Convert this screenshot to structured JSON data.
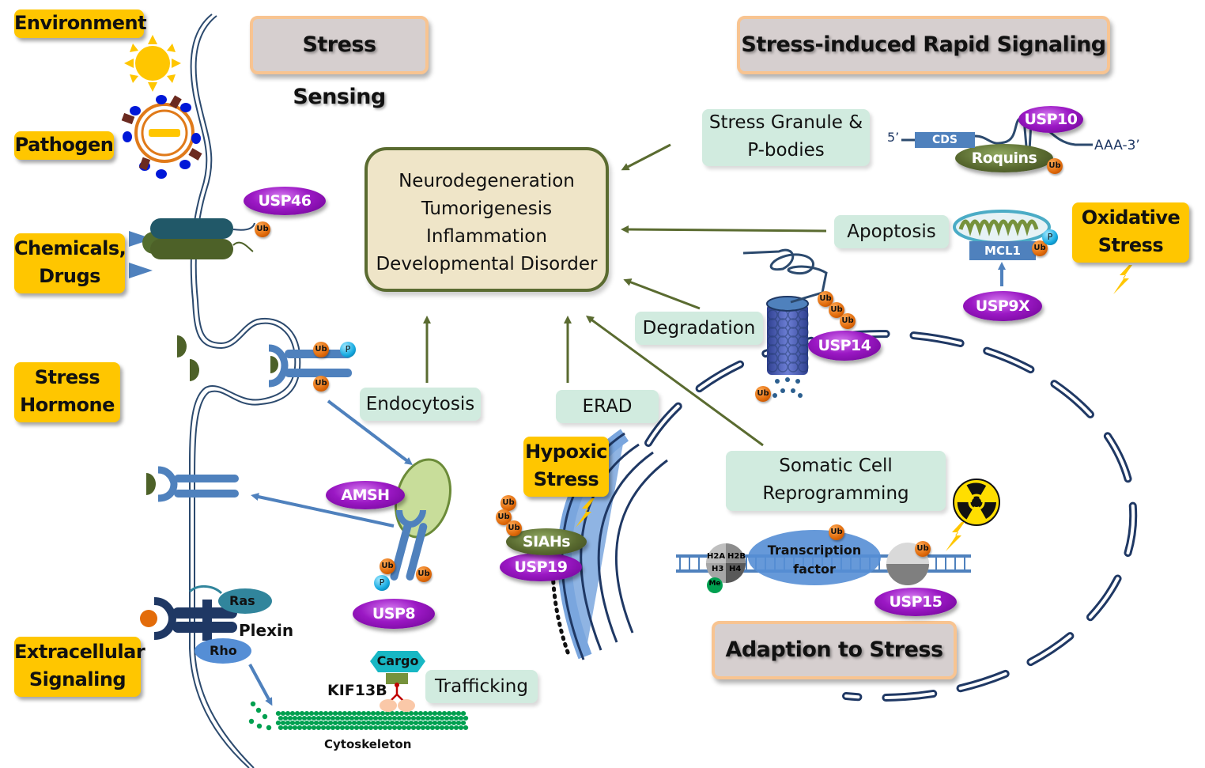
{
  "stimuli": {
    "environment": "Environment",
    "pathogen": "Pathogen",
    "chemicals_line1": "Chemicals,",
    "chemicals_line2": "Drugs",
    "stress_hormone_line1": "Stress",
    "stress_hormone_line2": "Hormone",
    "extracellular_line1": "Extracellular",
    "extracellular_line2": "Signaling",
    "oxidative_line1": "Oxidative",
    "oxidative_line2": "Stress",
    "hypoxic_line1": "Hypoxic",
    "hypoxic_line2": "Stress"
  },
  "section_titles": {
    "stress_sensing": "Stress Sensing",
    "rapid_signaling": "Stress-induced Rapid Signaling",
    "adaption": "Adaption to Stress"
  },
  "outcomes": {
    "lines": [
      "Neurodegeneration",
      "Tumorigenesis",
      "Inflammation",
      "Developmental Disorder"
    ]
  },
  "processes": {
    "stress_granule_line1": "Stress Granule &",
    "stress_granule_line2": "P-bodies",
    "apoptosis": "Apoptosis",
    "degradation": "Degradation",
    "endocytosis": "Endocytosis",
    "erad": "ERAD",
    "reprogramming_line1": "Somatic  Cell",
    "reprogramming_line2": "Reprogramming",
    "trafficking": "Trafficking"
  },
  "enzymes": {
    "usp46": "USP46",
    "usp10": "USP10",
    "usp9x": "USP9X",
    "usp14": "USP14",
    "amsh": "AMSH",
    "usp8": "USP8",
    "usp19": "USP19",
    "usp15": "USP15",
    "siahs": "SIAHs",
    "roquins": "Roquins"
  },
  "molecules": {
    "ub": "Ub",
    "p": "P",
    "me": "Me",
    "cds": "CDS",
    "five_prime": "5’",
    "aaa_3": "AAA-3’",
    "mcl1": "MCL1",
    "ras": "Ras",
    "rho": "Rho",
    "plexin": "Plexin",
    "cargo": "Cargo",
    "kif13b": "KIF13B",
    "cytoskeleton": "Cytoskeleton",
    "tf_line1": "Transcription",
    "tf_line2": "factor",
    "h2a": "H2A",
    "h2b": "H2B",
    "h3": "H3",
    "h4": "H4"
  },
  "colors": {
    "stimulus": "#ffc600",
    "title_bg": "#d6cfcf",
    "title_border": "#f8c491",
    "process_bg": "#d1ebdf",
    "outcome_bg": "#efe5c8",
    "outcome_border": "#5a6b30",
    "enzyme": "#9b18c4",
    "membrane": "#2c4a6e",
    "arrow_green": "#5a6b30",
    "arrow_blue": "#4f81bd"
  }
}
